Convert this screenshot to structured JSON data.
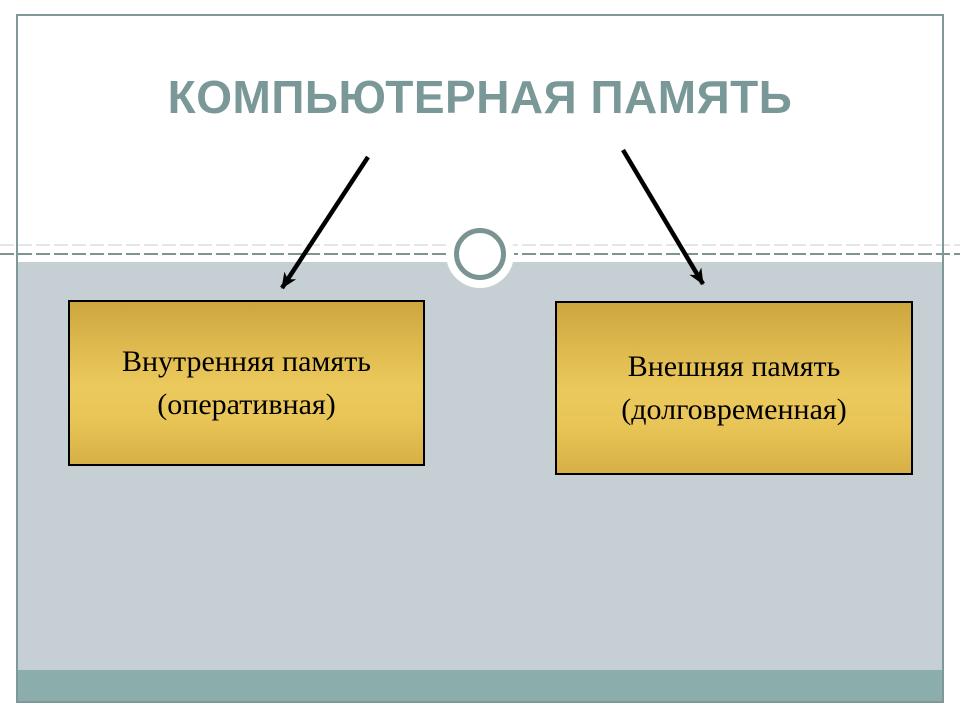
{
  "slide": {
    "title": "КОМПЬЮТЕРНАЯ ПАМЯТЬ",
    "branches": [
      {
        "label_line1": "Внутренняя память",
        "label_line2": "(оперативная)"
      },
      {
        "label_line1": "Внешняя память",
        "label_line2": "(долговременная)"
      }
    ]
  },
  "colors": {
    "title_color": "#7a9898",
    "frame_border": "#7f9999",
    "band_background": "#c6cfd4",
    "footer_bar": "#8badac",
    "dash_line": "#7e9494",
    "circle_ring": "#7b9393",
    "box_border": "#000000",
    "box_gold_top": "#cda73e",
    "box_gold_mid": "#ecc95d",
    "box_gold_bottom": "#d6b046",
    "arrow": "#000000"
  }
}
